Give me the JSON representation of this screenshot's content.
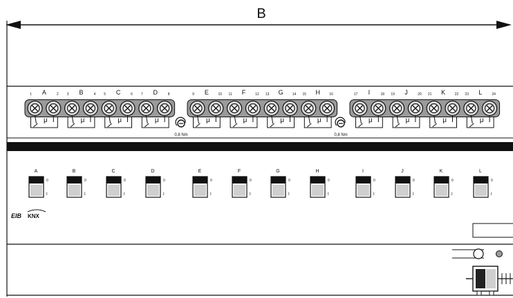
{
  "dimension": {
    "label": "B"
  },
  "terminal_groups": [
    {
      "channels": [
        {
          "label": "A",
          "pins": [
            "1",
            "2"
          ]
        },
        {
          "label": "B",
          "pins": [
            "3",
            "4"
          ]
        },
        {
          "label": "C",
          "pins": [
            "5",
            "6"
          ]
        },
        {
          "label": "D",
          "pins": [
            "7",
            "8"
          ]
        }
      ]
    },
    {
      "channels": [
        {
          "label": "E",
          "pins": [
            "9",
            "10"
          ]
        },
        {
          "label": "F",
          "pins": [
            "11",
            "12"
          ]
        },
        {
          "label": "G",
          "pins": [
            "13",
            "14"
          ]
        },
        {
          "label": "H",
          "pins": [
            "15",
            "16"
          ]
        }
      ]
    },
    {
      "channels": [
        {
          "label": "I",
          "pins": [
            "17",
            "18"
          ]
        },
        {
          "label": "J",
          "pins": [
            "19",
            "20"
          ]
        },
        {
          "label": "K",
          "pins": [
            "21",
            "22"
          ]
        },
        {
          "label": "L",
          "pins": [
            "23",
            "24"
          ]
        }
      ]
    }
  ],
  "relay_symbol": "μ",
  "torque_labels": [
    "0,8 Nm",
    "0,8 Nm"
  ],
  "switches": [
    {
      "label": "A",
      "on": "0",
      "off": "I"
    },
    {
      "label": "B",
      "on": "0",
      "off": "I"
    },
    {
      "label": "C",
      "on": "0",
      "off": "I"
    },
    {
      "label": "D",
      "on": "0",
      "off": "I"
    },
    {
      "label": "E",
      "on": "0",
      "off": "I"
    },
    {
      "label": "F",
      "on": "0",
      "off": "I"
    },
    {
      "label": "G",
      "on": "0",
      "off": "I"
    },
    {
      "label": "H",
      "on": "0",
      "off": "I"
    },
    {
      "label": "I",
      "on": "0",
      "off": "I"
    },
    {
      "label": "J",
      "on": "0",
      "off": "I"
    },
    {
      "label": "K",
      "on": "0",
      "off": "I"
    },
    {
      "label": "L",
      "on": "0",
      "off": "I"
    }
  ],
  "logos": {
    "eib": "EIB",
    "knx": "KNX"
  },
  "colors": {
    "line": "#111111",
    "fill_dark": "#111111",
    "terminal_gray": "#9a9a9a",
    "terminal_light": "#dcdcdc",
    "background": "#ffffff"
  }
}
